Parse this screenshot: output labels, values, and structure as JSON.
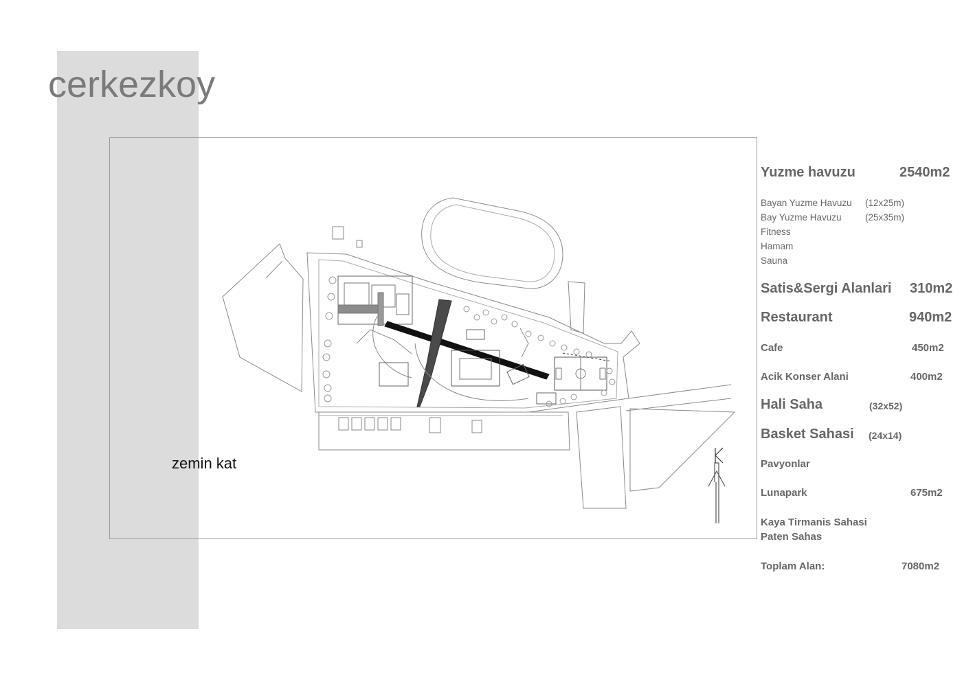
{
  "page": {
    "title": "cerkezkoy",
    "floor_label": "zemin kat"
  },
  "plan": {
    "north_letter": "K"
  },
  "legend": {
    "yuzme": {
      "label": "Yuzme havuzu",
      "value": "2540m2"
    },
    "yuzme_items": [
      {
        "label": "Bayan Yuzme Havuzu",
        "value": "(12x25m)"
      },
      {
        "label": "Bay Yuzme Havuzu",
        "value": "(25x35m)"
      },
      {
        "label": "Fitness"
      },
      {
        "label": "Hamam"
      },
      {
        "label": "Sauna"
      }
    ],
    "satis": {
      "label": "Satis&Sergi Alanlari",
      "value": "310m2"
    },
    "restaurant": {
      "label": "Restaurant",
      "value": "940m2"
    },
    "cafe": {
      "label": "Cafe",
      "value": "450m2"
    },
    "konser": {
      "label": "Acik Konser Alani",
      "value": "400m2"
    },
    "halisaha": {
      "label": "Hali Saha",
      "value": "(32x52)"
    },
    "basket": {
      "label": "Basket Sahasi",
      "value": "(24x14)"
    },
    "pavyon": {
      "label": "Pavyonlar"
    },
    "lunapark": {
      "label": "Lunapark",
      "value": "675m2"
    },
    "kaya": {
      "label": "Kaya Tirmanis Sahasi"
    },
    "paten": {
      "label": "Paten Sahas"
    },
    "toplam": {
      "label": "Toplam Alan:",
      "value": "7080m2"
    }
  },
  "colors": {
    "band": "#dcdcdc",
    "title": "#7a7a7a",
    "legend_text": "#666666",
    "plan_line": "#8a8a8a"
  }
}
